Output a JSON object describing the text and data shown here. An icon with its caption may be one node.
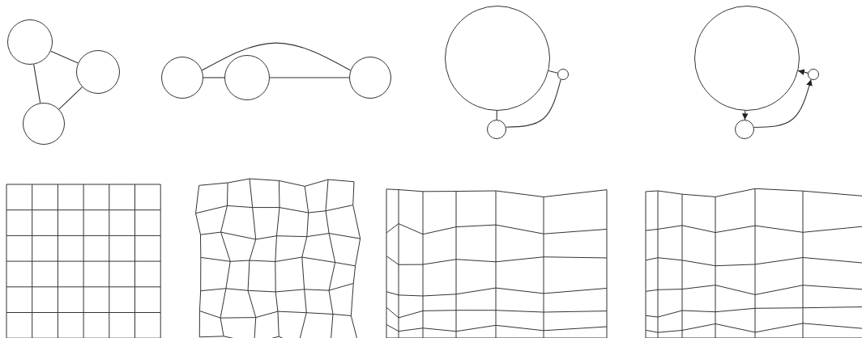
{
  "diagram": {
    "nodes": [
      {
        "text": [],
        "shape": "circle"
      },
      {
        "text": [],
        "shape": "circle"
      },
      {
        "text": [],
        "shape": "circle"
      },
      {
        "text": [],
        "shape": "circle"
      },
      {
        "text": [],
        "shape": "circle"
      },
      {
        "text": [],
        "shape": "circle"
      },
      {
        "text": [],
        "shape": "circle"
      },
      {
        "text": [],
        "shape": "circle"
      },
      {
        "text": [],
        "shape": "circle"
      },
      {
        "text": [],
        "shape": "circle"
      },
      {
        "text": [],
        "shape": "circle"
      },
      {
        "text": [],
        "shape": "circle"
      }
    ],
    "edges": [
      {
        "from": 0,
        "to": 1,
        "arrow": "none"
      },
      {
        "from": 0,
        "to": 2,
        "arrow": "none"
      },
      {
        "from": 1,
        "to": 2,
        "arrow": "none"
      },
      {
        "from": 3,
        "to": 4,
        "arrow": "none"
      },
      {
        "from": 4,
        "to": 5,
        "arrow": "none"
      },
      {
        "from": 3,
        "to": 5,
        "arrow": "none"
      },
      {
        "from": 6,
        "to": 7,
        "arrow": "none"
      },
      {
        "from": 6,
        "to": 8,
        "arrow": "none"
      },
      {
        "from": 8,
        "to": 7,
        "arrow": "none"
      },
      {
        "from": 10,
        "to": 9,
        "arrow": "to"
      },
      {
        "from": 9,
        "to": 11,
        "arrow": "to"
      },
      {
        "from": 11,
        "to": 10,
        "arrow": "to"
      }
    ]
  }
}
